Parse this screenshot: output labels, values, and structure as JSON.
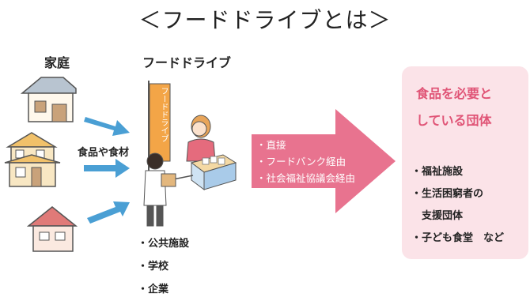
{
  "title": "＜フードドライブとは＞",
  "households": {
    "label": "家庭"
  },
  "donation": {
    "label": "食品や食材"
  },
  "food_drive": {
    "label": "フードドライブ",
    "banner_text": "フードドライブ",
    "locations": [
      "・公共施設",
      "・学校",
      "・企業"
    ]
  },
  "routes": [
    "・直接",
    "・フードバンク経由",
    "・社会福祉協議会経由"
  ],
  "destination": {
    "title_lines": [
      "食品を必要と",
      "している団体"
    ],
    "items": [
      "・福祉施設",
      "・生活困窮者の",
      "　支援団体",
      "・子ども食堂　など"
    ]
  },
  "colors": {
    "accent_pink": "#e8738f",
    "light_pink": "#fbe3e8",
    "arrow_blue": "#4a9fd4",
    "banner_orange": "#f3a547"
  }
}
